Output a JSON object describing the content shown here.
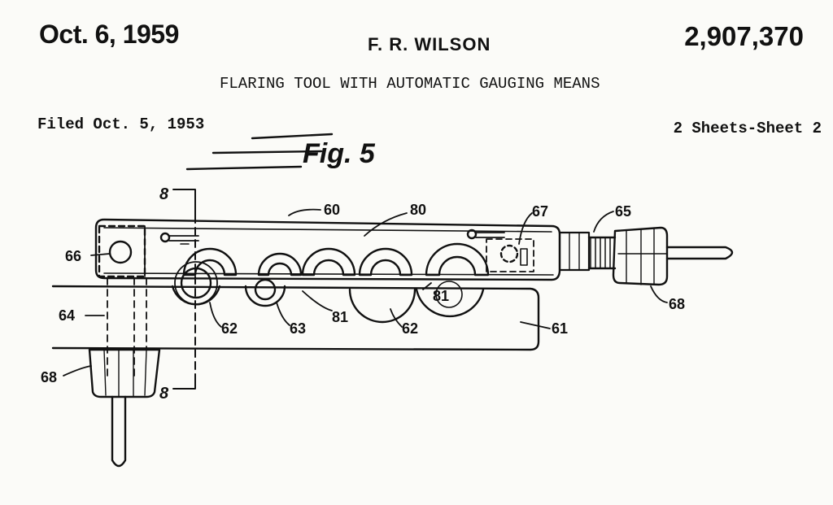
{
  "header": {
    "date": "Oct. 6, 1959",
    "inventor": "F. R. WILSON",
    "patent_number": "2,907,370",
    "title": "FLARING TOOL WITH AUTOMATIC GAUGING MEANS",
    "filed": "Filed Oct. 5, 1953",
    "sheets": "2 Sheets-Sheet 2"
  },
  "figure": {
    "label": "Fig. 5",
    "section_mark": "8",
    "refs": {
      "r60": "60",
      "r80": "80",
      "r67": "67",
      "r65": "65",
      "r66": "66",
      "r81a": "81",
      "r81b": "81",
      "r68a": "68",
      "r68b": "68",
      "r64": "64",
      "r62a": "62",
      "r62b": "62",
      "r63": "63",
      "r61": "61"
    }
  }
}
